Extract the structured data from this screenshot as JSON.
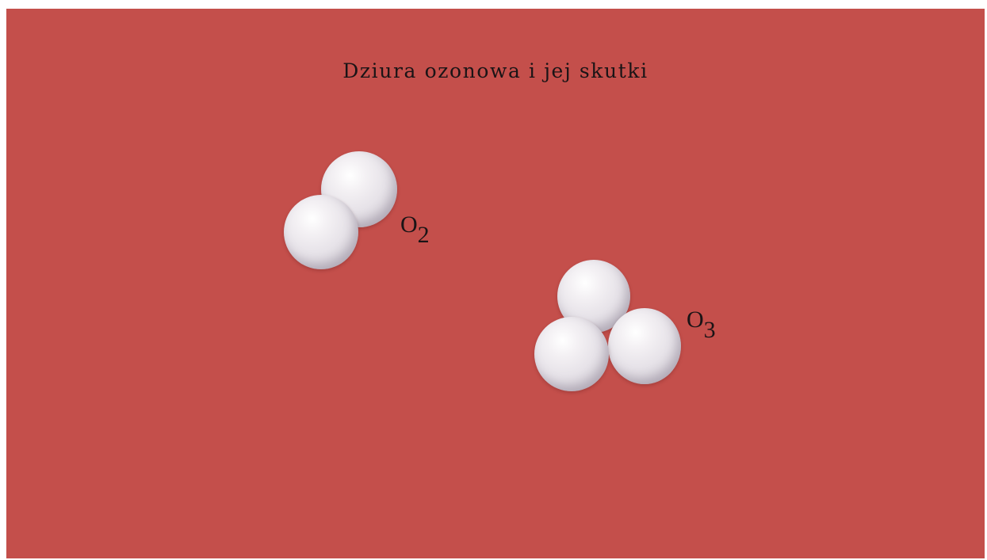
{
  "title": "Dziura ozonowa i jej skutki",
  "background_color": "#c44f4b",
  "molecules": {
    "o2": {
      "symbol": "O",
      "subscript": "2"
    },
    "o3": {
      "symbol": "O",
      "subscript": "3"
    }
  }
}
